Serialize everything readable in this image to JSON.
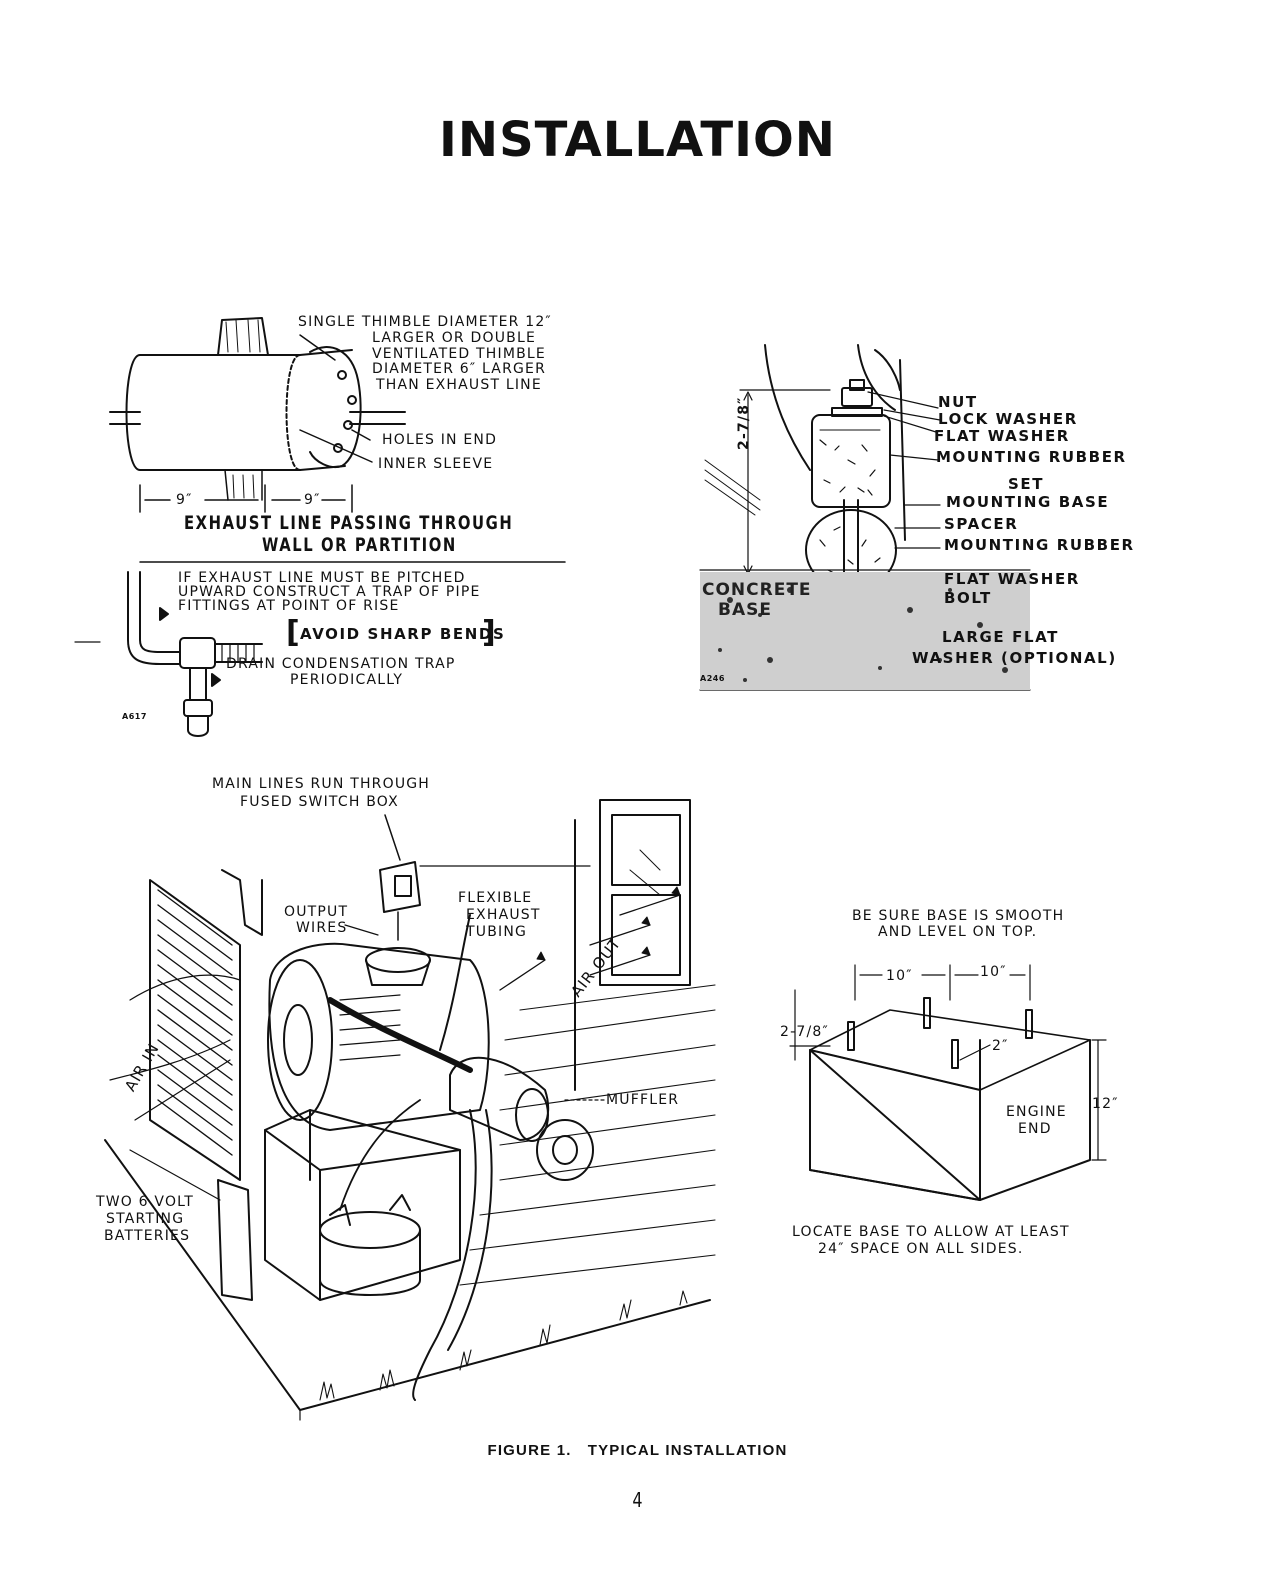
{
  "page": {
    "title": "INSTALLATION",
    "caption": "FIGURE 1.   TYPICAL INSTALLATION",
    "page_number": "4"
  },
  "exhaust_diagram": {
    "thimble_note": [
      "SINGLE THIMBLE DIAMETER 12″",
      "LARGER OR DOUBLE",
      "VENTILATED THIMBLE",
      "DIAMETER 6″ LARGER",
      "THAN EXHAUST LINE"
    ],
    "holes_in_end": "HOLES IN END",
    "inner_sleeve": "INNER SLEEVE",
    "dim_left": "9″",
    "dim_right": "9″",
    "heading_line1": "EXHAUST LINE PASSING THROUGH",
    "heading_line2": "WALL OR PARTITION",
    "pitch_note": [
      "IF EXHAUST LINE MUST BE PITCHED",
      "UPWARD CONSTRUCT A TRAP OF PIPE",
      "FITTINGS AT POINT OF RISE"
    ],
    "avoid_bends": "AVOID SHARP BENDS",
    "drain_note": [
      "DRAIN CONDENSATION TRAP",
      "PERIODICALLY"
    ],
    "code": "A617"
  },
  "mounting_diagram": {
    "dim_height": "2-7/8″",
    "labels": {
      "nut": "NUT",
      "lock_washer": "LOCK WASHER",
      "flat_washer_top": "FLAT WASHER",
      "mounting_rubber_top": "MOUNTING RUBBER",
      "set": "SET",
      "mounting_base": "MOUNTING BASE",
      "spacer": "SPACER",
      "mounting_rubber_bottom": "MOUNTING RUBBER",
      "flat_washer_bottom": "FLAT WASHER",
      "bolt": "BOLT",
      "large_flat": "LARGE FLAT",
      "washer_optional": "WASHER (OPTIONAL)"
    },
    "concrete": "CONCRETE",
    "base": "BASE",
    "code": "A246"
  },
  "installation_scene": {
    "main_lines": [
      "MAIN LINES RUN THROUGH",
      "FUSED SWITCH BOX"
    ],
    "output_wires": [
      "OUTPUT",
      "WIRES"
    ],
    "flexible_exhaust": [
      "FLEXIBLE",
      "EXHAUST",
      "TUBING"
    ],
    "air_out": "AIR OUT",
    "air_in": "AIR IN",
    "muffler": "MUFFLER",
    "batteries": [
      "TWO 6 VOLT",
      "STARTING",
      "BATTERIES"
    ]
  },
  "base_diagram": {
    "smooth_note": [
      "BE SURE BASE IS SMOOTH",
      "AND LEVEL ON TOP."
    ],
    "dim_10_left": "10″",
    "dim_10_right": "10″",
    "dim_2_7_8": "2-7/8″",
    "dim_2": "2″",
    "dim_12": "12″",
    "engine_end": [
      "ENGINE",
      "END"
    ],
    "locate_note": [
      "LOCATE BASE TO ALLOW AT LEAST",
      "24″ SPACE ON ALL SIDES."
    ]
  }
}
